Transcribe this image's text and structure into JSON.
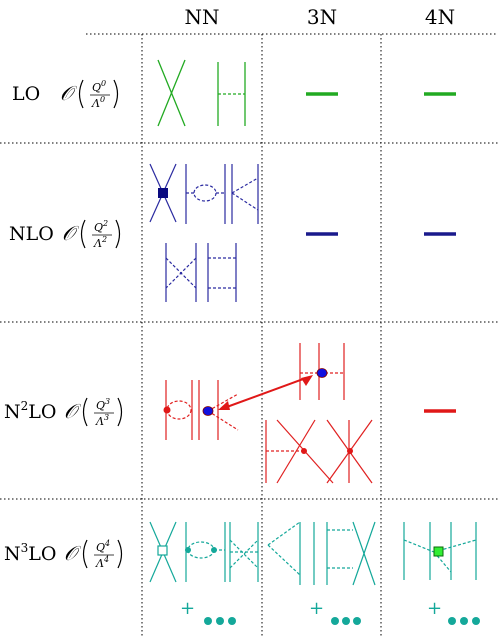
{
  "columns": [
    "NN",
    "3N",
    "4N"
  ],
  "rows": [
    {
      "order": "LO",
      "order_sup": "",
      "O": "𝒪",
      "num_base": "Q",
      "num_exp": "0",
      "den_base": "Λ",
      "den_exp": "0",
      "color": "#22aa22"
    },
    {
      "order": "NLO",
      "order_sup": "",
      "O": "𝒪",
      "num_base": "Q",
      "num_exp": "2",
      "den_base": "Λ",
      "den_exp": "2",
      "color": "#1a1a8c"
    },
    {
      "order_pre": "N",
      "order_sup": "2",
      "order": "LO",
      "O": "𝒪",
      "num_base": "Q",
      "num_exp": "3",
      "den_base": "Λ",
      "den_exp": "3",
      "color": "#e01818"
    },
    {
      "order_pre": "N",
      "order_sup": "3",
      "order": "LO",
      "O": "𝒪",
      "num_base": "Q",
      "num_exp": "4",
      "den_base": "Λ",
      "den_exp": "4",
      "color": "#14a89a"
    }
  ],
  "continuation": {
    "plus": "+"
  },
  "colors": {
    "LO": "#22aa22",
    "NLO": "#1a1a8c",
    "N2LO": "#e01818",
    "N3LO": "#14a89a",
    "blue_vertex": "#1010e0",
    "green_vertex": "#33ee33"
  }
}
